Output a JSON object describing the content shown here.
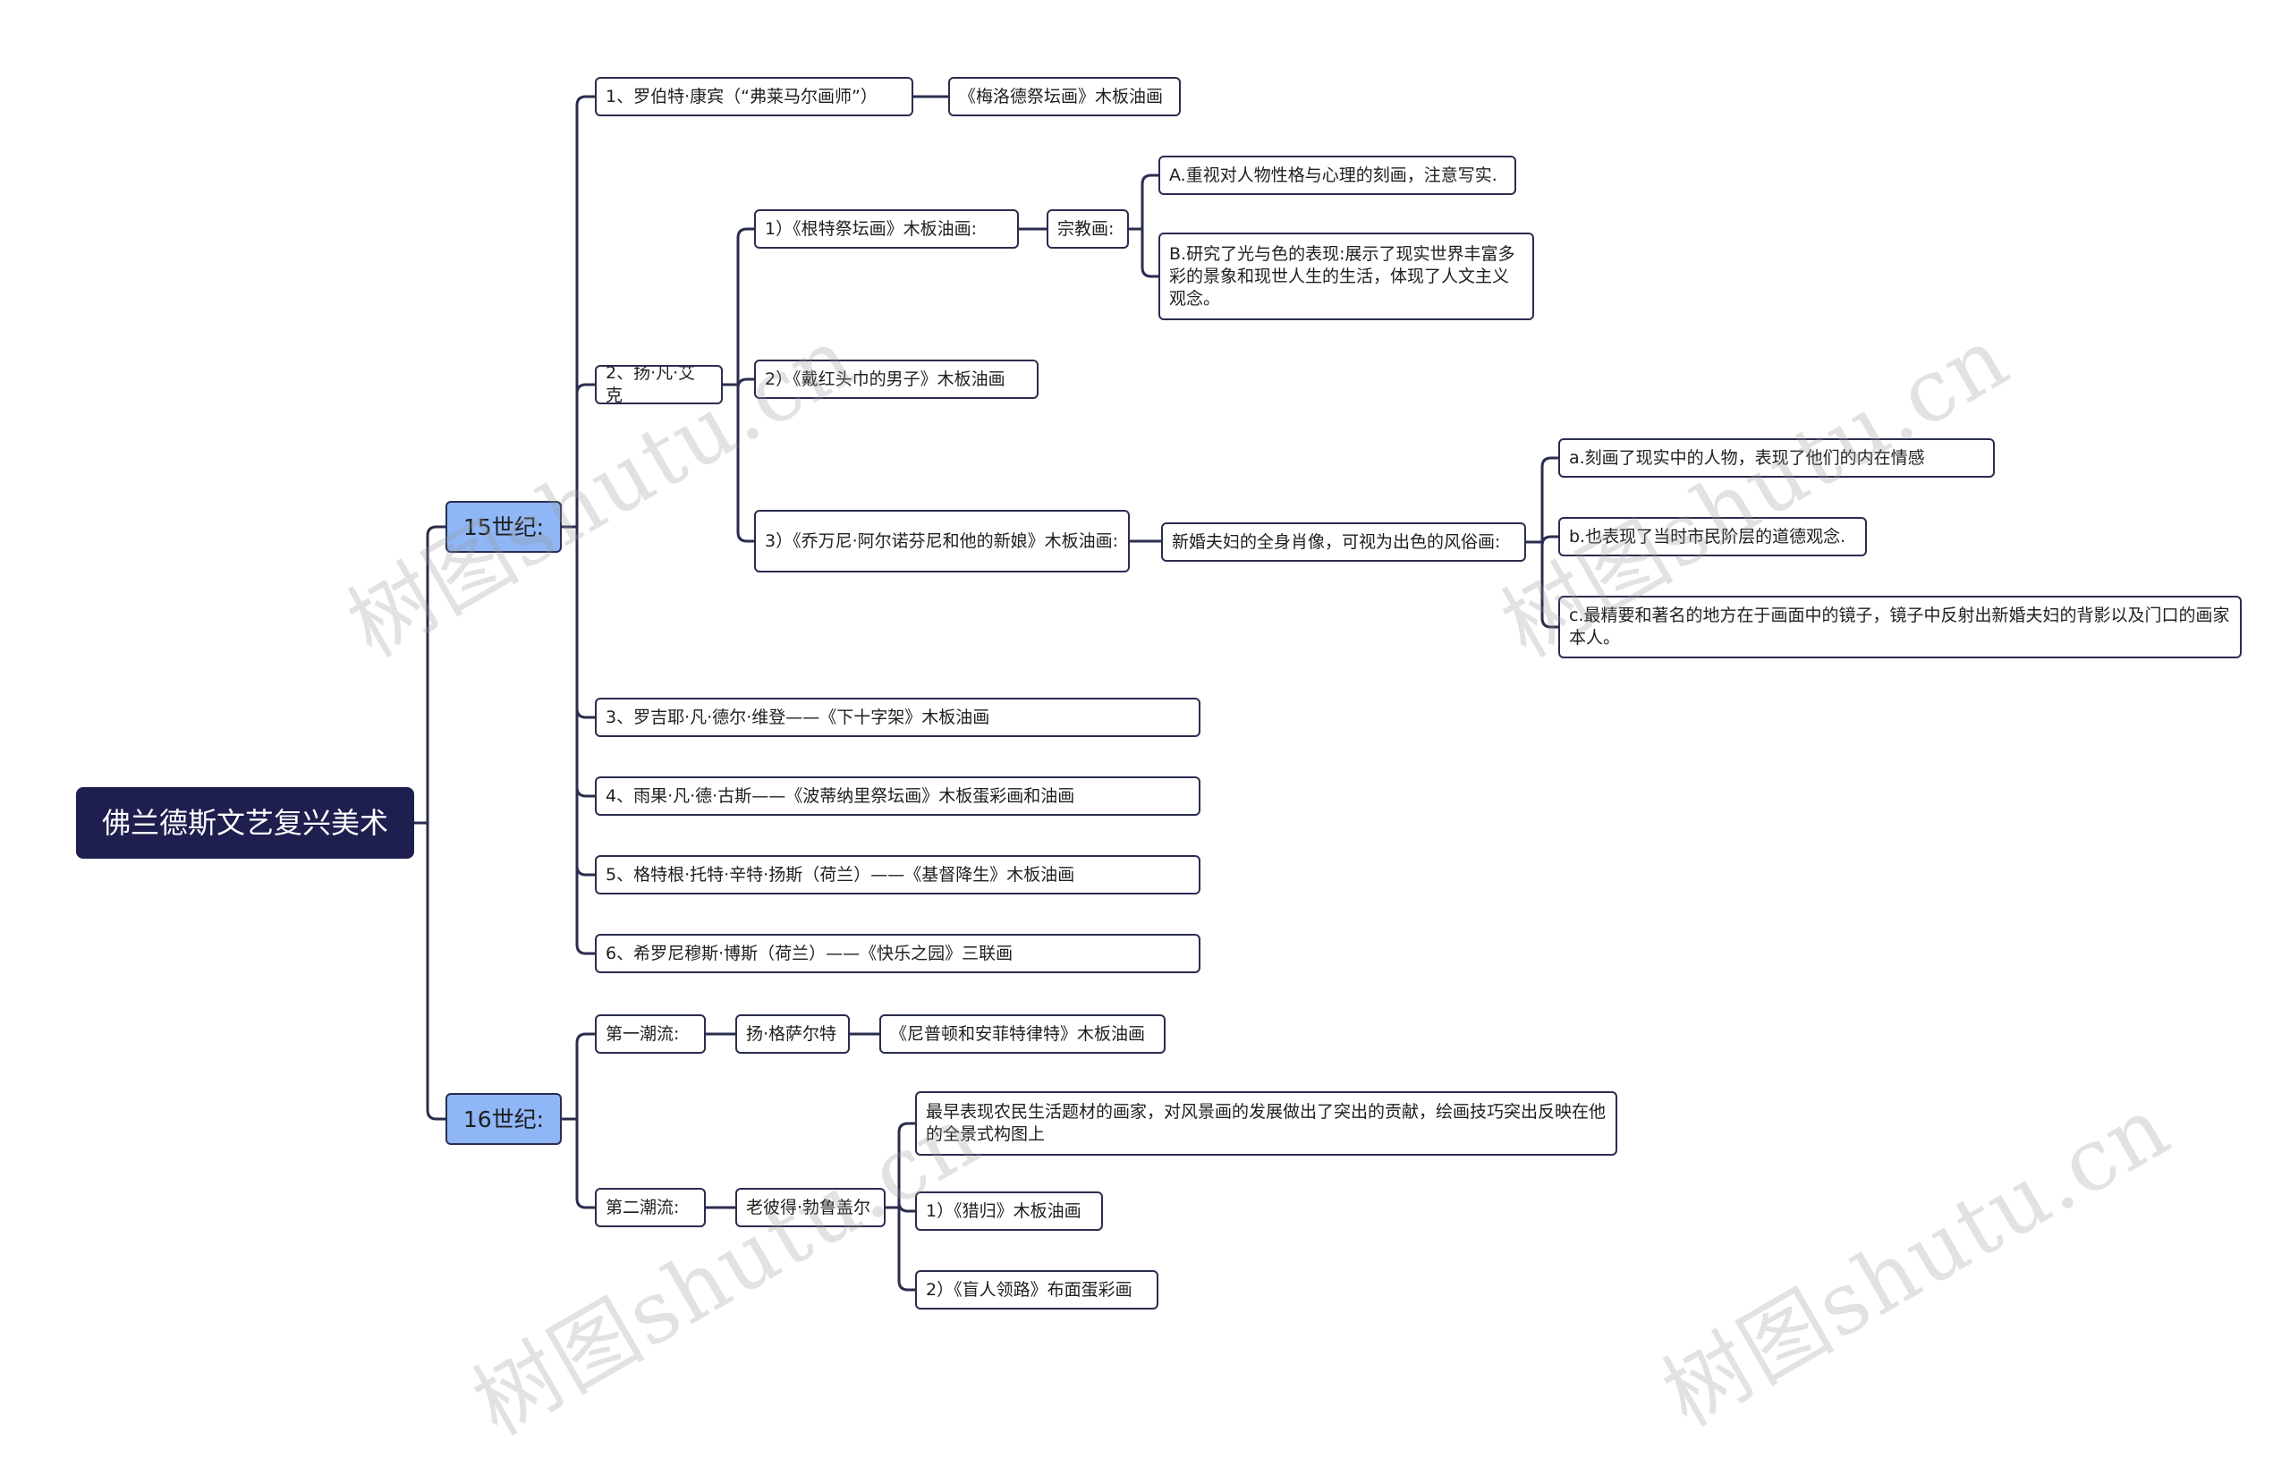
{
  "root": "佛兰德斯文艺复兴美术",
  "c15": {
    "label": "15世纪:",
    "robert": {
      "label": "1、罗伯特·康宾（“弗莱马尔画师”）",
      "work": "《梅洛德祭坛画》木板油画"
    },
    "jan": {
      "label": "2、扬·凡·艾克",
      "ghent": {
        "label": "1）《根特祭坛画》木板油画:",
        "religious": "宗教画:",
        "a": "A.重视对人物性格与心理的刻画，注意写实.",
        "b": "B.研究了光与色的表现:展示了现实世界丰富多彩的景象和现世人生的生活，体现了人文主义观念。"
      },
      "turban": "2）《戴红头巾的男子》木板油画",
      "arnolfini": {
        "label": "3）《乔万尼·阿尔诺芬尼和他的新娘》木板油画:",
        "portrait": "新婚夫妇的全身肖像，可视为出色的风俗画:",
        "a": "a.刻画了现实中的人物，表现了他们的内在情感",
        "b": "b.也表现了当时市民阶层的道德观念.",
        "c": "c.最精要和著名的地方在于画面中的镜子，镜子中反射出新婚夫妇的背影以及门口的画家本人。"
      }
    },
    "rogier": "3、罗吉耶·凡·德尔·维登——《下十字架》木板油画",
    "hugo": "4、雨果·凡·德·古斯——《波蒂纳里祭坛画》木板蛋彩画和油画",
    "geertgen": "5、格特根·托特·辛特·扬斯（荷兰）——《基督降生》木板油画",
    "bosch": "6、希罗尼穆斯·博斯（荷兰）——《快乐之园》三联画"
  },
  "c16": {
    "label": "16世纪:",
    "first": {
      "label": "第一潮流:",
      "artist": "扬·格萨尔特",
      "work": "《尼普顿和安菲特律特》木板油画"
    },
    "second": {
      "label": "第二潮流:",
      "artist": "老彼得·勃鲁盖尔",
      "desc": "最早表现农民生活题材的画家，对风景画的发展做出了突出的贡献，绘画技巧突出反映在他的全景式构图上",
      "hunters": "1）《猎归》木板油画",
      "blind": "2）《盲人领路》布面蛋彩画"
    }
  },
  "watermark": "树图shutu.cn",
  "colors": {
    "root": "#1e1f4f",
    "century": "#8fb6f6",
    "line": "#2a2d4f"
  }
}
